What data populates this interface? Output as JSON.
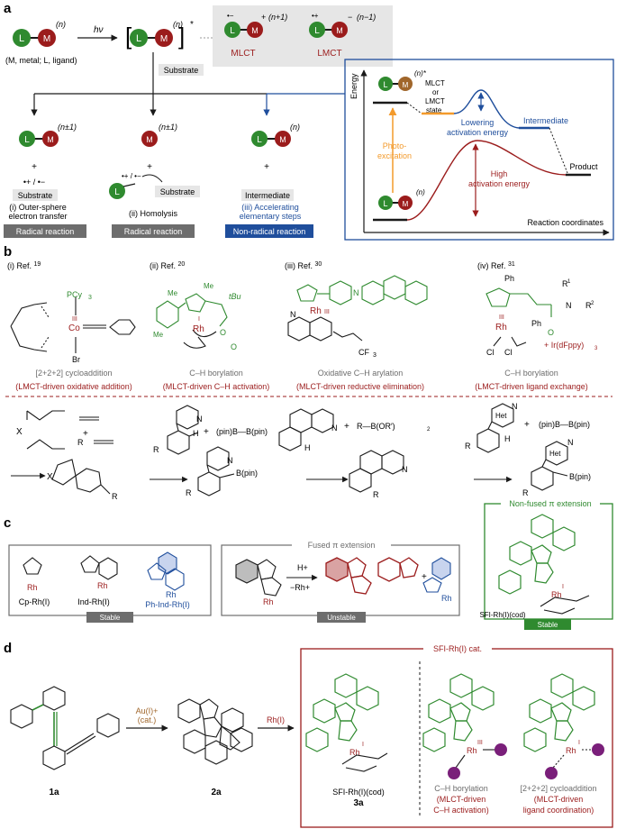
{
  "panels": {
    "a": {
      "letter": "a",
      "hv": "hν",
      "n": "(n)",
      "n_star": "(n)*",
      "n_plus1": "(n+1)",
      "n_minus1": "(n−1)",
      "n_pm1": "(n±1)",
      "L": "L",
      "M": "M",
      "legend": "(M, metal; L, ligand)",
      "mlct": "MLCT",
      "lmct": "LMCT",
      "substrate_box": "Substrate",
      "plus": "+",
      "radical_ions": "•+ / •−",
      "path1_substrate": "Substrate",
      "path1_caption_l1": "(i) Outer-sphere",
      "path1_caption_l2": "electron transfer",
      "path1_bar": "Radical reaction",
      "path2_substrate": "Substrate",
      "path2_caption": "(ii) Homolysis",
      "path2_bar": "Radical reaction",
      "path3_substrate": "Intermediate",
      "path3_caption_l1": "(iii) Accelerating",
      "path3_caption_l2": "elementary steps",
      "path3_bar": "Non-radical reaction",
      "energy_axis": "Energy",
      "x_axis": "Reaction coordinates",
      "state_l1": "MLCT",
      "state_l2": "or",
      "state_l3": "LMCT",
      "state_l4": "state",
      "photo_l1": "Photo-",
      "photo_l2": "excitation",
      "lower_l1": "Lowering",
      "lower_l2": "activation energy",
      "intermediate": "Intermediate",
      "high_l1": "High",
      "high_l2": "activation energy",
      "product": "Product"
    },
    "b": {
      "letter": "b",
      "ref1": "(i) Ref.",
      "ref1_num": "19",
      "ref2": "(ii) Ref.",
      "ref2_num": "20",
      "ref3": "(iii) Ref.",
      "ref3_num": "30",
      "ref4": "(iv) Ref.",
      "ref4_num": "31",
      "cat1_pcy3": "PCy",
      "cat1_co": "Co",
      "cat1_ox": "III",
      "cat1_br": "Br",
      "cat2_me": "Me",
      "cat2_tbu": "tBu",
      "cat2_rh": "Rh",
      "cat2_ox": "I",
      "cat2_o": "O",
      "cat3_rh": "Rh",
      "cat3_ox": "III",
      "cat3_cf3": "CF",
      "cat3_n": "N",
      "cat4_rh": "Rh",
      "cat4_ox": "III",
      "cat4_cl": "Cl",
      "cat4_ph": "Ph",
      "cat4_r1": "R",
      "cat4_r2": "R",
      "cat4_ir": "+ Ir(dFppy)",
      "cap1": "[2+2+2] cycloaddition",
      "cap2": "C–H borylation",
      "cap3": "Oxidative C–H arylation",
      "cap4": "C–H borylation",
      "mode1": "(LMCT-driven oxidative addition)",
      "mode2": "(MLCT-driven C–H activation)",
      "mode3": "(MLCT-driven reductive elimination)",
      "mode4": "(LMCT-driven ligand exchange)",
      "rxn1_x": "X",
      "rxn1_r": "R",
      "rxn2_bpin": "(pin)B—B(pin)",
      "rxn2_prod": "B(pin)",
      "rxn3_reagent": "R—B(OR′)",
      "rxn4_het": "Het",
      "rxn4_bpin": "(pin)B—B(pin)",
      "rxn4_prod": "B(pin)"
    },
    "c": {
      "letter": "c",
      "cp": "Cp-Rh(I)",
      "ind": "Ind-Rh(I)",
      "phind": "Ph-Ind-Rh(I)",
      "stable1": "Stable",
      "fused": "Fused π extension",
      "hplus": "H+",
      "rhplus": "−Rh+",
      "unstable": "Unstable",
      "nonfused": "Non-fused π extension",
      "sfi": "SFI-Rh(I)(cod)",
      "stable2": "Stable",
      "rh": "Rh"
    },
    "d": {
      "letter": "d",
      "au": "Au(I)+",
      "au_cat": "(cat.)",
      "rh_arrow": "Rh(I)",
      "box_title": "SFI-Rh(I) cat.",
      "cmpd1a": "1a",
      "cmpd2a": "2a",
      "sfi": "SFI-Rh(I)(cod)",
      "cmpd3a": "3a",
      "cat_left_l1": "C–H borylation",
      "cat_left_l2": "(MLCT-driven",
      "cat_left_l3": "C–H activation)",
      "cat_right_l1": "[2+2+2] cycloaddition",
      "cat_right_l2": "(MLCT-driven",
      "cat_right_l3": "ligand coordination)",
      "rh": "Rh",
      "ox3": "III",
      "ox1": "I"
    }
  },
  "colors": {
    "ligand_green": "#2f8a2f",
    "metal_red": "#9b1c1c",
    "blue": "#1f4e9c",
    "orange": "#f39a2b",
    "gray_bar": "#6d6d6d",
    "box_gray": "#e6e6e6",
    "brown": "#a0662b"
  }
}
